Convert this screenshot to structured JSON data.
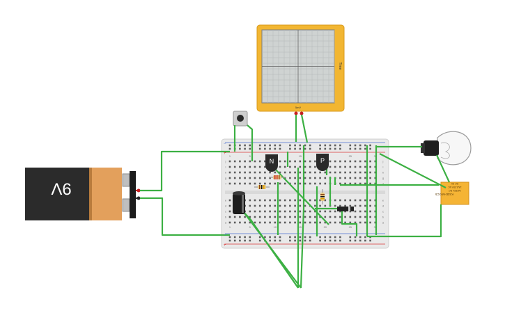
{
  "battery": {
    "label": "9V"
  },
  "oscilloscope": {
    "label": "Time",
    "bottom_label": "5mV"
  },
  "transistors": [
    {
      "label": "N"
    },
    {
      "label": "P"
    }
  ],
  "relay": {
    "part_number": "KS2E-M-DC5",
    "text_lines": [
      "1A/30V DC",
      "1A/125V AC",
      "DC 5V"
    ]
  },
  "breadboard": {
    "row_letters": [
      "a",
      "b",
      "c",
      "d",
      "e",
      "f",
      "g",
      "h",
      "i",
      "j"
    ],
    "column_numbers": [
      "1",
      "5",
      "10",
      "15",
      "20",
      "25",
      "30"
    ]
  },
  "colors": {
    "wire": "#3cb043",
    "battery_body": "#2b2b2b",
    "battery_label": "#e3a05c",
    "scope_frame": "#f2b632",
    "relay_body": "#f5b435",
    "breadboard": "#e9e9e9",
    "rail_red": "#d93434",
    "rail_blue": "#4a6fd1"
  }
}
